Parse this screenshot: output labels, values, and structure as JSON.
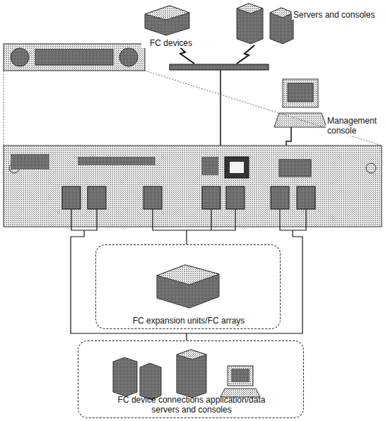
{
  "diagram": {
    "nodes": [
      {
        "text": [
          "FC expansion units/FC arrays"
        ]
      },
      {
        "text": [
          "FC device connections application/data servers and consoles"
        ]
      }
    ],
    "labels": [
      "FC devices",
      "Servers and consoles",
      "Management console"
    ]
  }
}
